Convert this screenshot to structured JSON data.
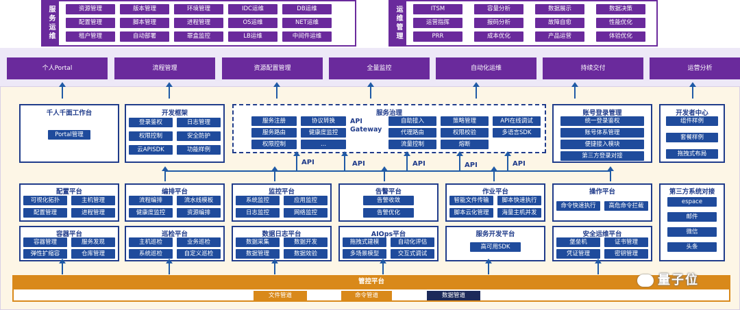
{
  "ops_service": {
    "side_label": "服务运维",
    "buttons": [
      "资源管理",
      "版本管理",
      "环境管理",
      "IDC运维",
      "DB运维",
      "配置管理",
      "脚本管理",
      "进程管理",
      "OS运维",
      "NET运维",
      "租户管理",
      "自动部署",
      "罪盒监控",
      "LB运维",
      "中间件运维"
    ]
  },
  "ops_operations": {
    "side_label": "运维管理",
    "buttons": [
      "ITSM",
      "容量分析",
      "数据展示",
      "数据决策",
      "运营指挥",
      "报码分析",
      "故障自愈",
      "性能优化",
      "PRR",
      "成本优化",
      "产品运营",
      "体验优化"
    ]
  },
  "top_bar": [
    "个人Portal",
    "流程管理",
    "资源配置管理",
    "全量监控",
    "自动化运维",
    "持续交付",
    "运营分析"
  ],
  "row1": {
    "workbench": {
      "title": "千人千面工作台",
      "buttons": [
        "Portal管理"
      ]
    },
    "dev_framework": {
      "title": "开发框架",
      "buttons": [
        "登录鉴权",
        "日志管理",
        "权限控制",
        "安全防护",
        "云APISDK",
        "功能样例"
      ]
    },
    "service_gov": {
      "title": "服务治理",
      "gateway_label": "API Gateway",
      "left_buttons": [
        "服务注册",
        "协议转换",
        "服务路由",
        "健康度监控",
        "权限控制",
        "..."
      ],
      "right_buttons": [
        "自助接入",
        "策略管理",
        "API在线调试",
        "代理路由",
        "权限校验",
        "多语言SDK",
        "流量控制",
        "熔断"
      ]
    },
    "account": {
      "title": "账号登录管理",
      "buttons": [
        "统一登录鉴权",
        "账号体系管理",
        "便捷接入模块",
        "第三方登录对接"
      ]
    },
    "dev_center": {
      "title": "开发者中心",
      "buttons": [
        "组件样例",
        "套餐样例",
        "拖拽式布局"
      ]
    }
  },
  "api_label": "API",
  "row2": {
    "config": {
      "title": "配置平台",
      "buttons": [
        "可视化拓扑",
        "主机管理",
        "配置管理",
        "进程管理"
      ]
    },
    "orchestration": {
      "title": "编排平台",
      "buttons": [
        "流程编排",
        "流水线模板",
        "健康度监控",
        "资源编排"
      ]
    },
    "monitor": {
      "title": "监控平台",
      "buttons": [
        "系统监控",
        "应用监控",
        "日志监控",
        "网络监控"
      ]
    },
    "alarm": {
      "title": "告警平台",
      "buttons": [
        "告警收敛",
        "告警优化"
      ]
    },
    "job": {
      "title": "作业平台",
      "buttons": [
        "智能文件传输",
        "脚本快速执行",
        "脚本云化管理",
        "海量主机并发"
      ]
    },
    "operation": {
      "title": "操作平台",
      "buttons": [
        "命令快速执行",
        "高危命令拦截"
      ]
    },
    "third_party": {
      "title": "第三方系统对接",
      "buttons": [
        "espace",
        "邮件",
        "微信",
        "头条"
      ]
    }
  },
  "row3": {
    "container": {
      "title": "容器平台",
      "buttons": [
        "容器管理",
        "服务发现",
        "弹性扩缩容",
        "仓库管理"
      ]
    },
    "inspection": {
      "title": "巡检平台",
      "buttons": [
        "主机巡检",
        "业务巡检",
        "系统巡检",
        "自定义巡检"
      ]
    },
    "datalog": {
      "title": "数据日志平台",
      "buttons": [
        "数据采集",
        "数据开发",
        "数据管理",
        "数据效验"
      ]
    },
    "aiops": {
      "title": "AIOps平台",
      "buttons": [
        "拖拽式建模",
        "自动化评估",
        "多场景模型",
        "交互式调试"
      ]
    },
    "service_dev": {
      "title": "服务开发平台",
      "buttons": [
        "高可用SDK"
      ]
    },
    "security": {
      "title": "安全运维平台",
      "buttons": [
        "堡垒机",
        "证书管理",
        "凭证管理",
        "密钥管理"
      ]
    }
  },
  "control": {
    "title": "管控平台",
    "channels": [
      "文件管道",
      "命令管道",
      "数据管道"
    ]
  },
  "watermark": "量子位",
  "colors": {
    "purple": "#6a2a9c",
    "navy": "#1f3b8a",
    "blue_button": "#1f4b9c",
    "orange": "#d9891a",
    "dark_navy": "#1c2a5a"
  }
}
